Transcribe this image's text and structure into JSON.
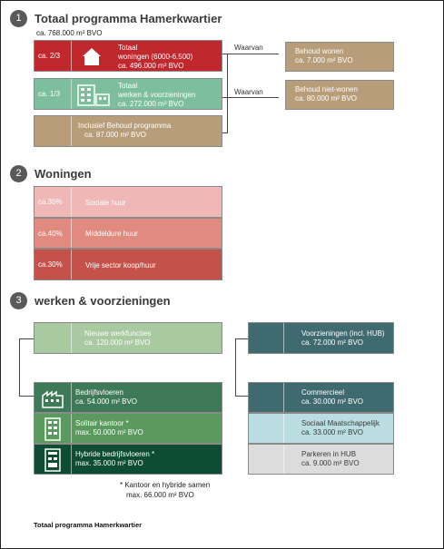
{
  "section1": {
    "number": "1",
    "title": "Totaal programma Hamerkwartier",
    "subtitle": "ca. 768.000 m² BVO",
    "rows": [
      {
        "pct": "ca. 2/3",
        "line1": "Totaal",
        "line2": "woningen (6000-6.500)",
        "line3": "ca. 496.000 m² BVO"
      },
      {
        "pct": "ca. 1/3",
        "line1": "Totaal",
        "line2": "werken & voorzieningen",
        "line3": "ca. 272.000 m² BVO"
      },
      {
        "pct": "",
        "line1": "Inclusief Behoud programma",
        "line2": "ca. 87.000  m² BVO",
        "line3": ""
      }
    ],
    "waarvan1": "Waarvan",
    "waarvan2": "Waarvan",
    "behoud": [
      {
        "line1": "Behoud wonen",
        "line2": "ca. 7.000 m² BVO"
      },
      {
        "line1": "Behoud niet-wonen",
        "line2": "ca. 80.000 m² BVO"
      }
    ]
  },
  "section2": {
    "number": "2",
    "title": "Woningen",
    "rows": [
      {
        "pct": "ca.30%",
        "label": "Sociale huur"
      },
      {
        "pct": "ca.40%",
        "label": "Middeldure huur"
      },
      {
        "pct": "ca.30%",
        "label": "Vrije sector koop/huur"
      }
    ]
  },
  "section3": {
    "number": "3",
    "title": "werken & voorzieningen",
    "left_top": {
      "line1": "Nieuwe werkfuncties",
      "line2": "ca. 120.000 m² BVO"
    },
    "left": [
      {
        "line1": "Bedrijfsvloeren",
        "line2": "ca. 54.000 m² BVO"
      },
      {
        "line1": "Solitair kantoor *",
        "line2": "max. 50.000 m² BVO"
      },
      {
        "line1": "Hybride bedrijfsvloeren *",
        "line2": "max. 35.000  m² BVO"
      }
    ],
    "right_top": {
      "line1": "Voorzieningen (incl. HUB)",
      "line2": "ca. 72.000 m² BVO"
    },
    "right": [
      {
        "line1": "Commercieel",
        "line2": "ca. 30.000 m² BVO"
      },
      {
        "line1": "Sociaal Maatschappelijk",
        "line2": "ca. 33.000 m² BVO"
      },
      {
        "line1": "Parkeren in HUB",
        "line2": "ca. 9.000 m² BVO"
      }
    ],
    "footnote1": "* Kantoor en hybride samen",
    "footnote2": "max. 66.000 m² BVO"
  },
  "caption": "Totaal programma Hamerkwartier",
  "colors": {
    "red": "#c0282e",
    "green": "#7dbf9c",
    "tan": "#b79d79",
    "pink1": "#f0b7b7",
    "pink2": "#e08a80",
    "pink3": "#c5524a",
    "lightgreen": "#a9c9a1",
    "midgreen": "#3f7a58",
    "green2": "#5a9a5e",
    "darkgreen": "#0e4d33",
    "teal": "#3f6a70",
    "lightteal": "#b9dde0",
    "grey": "#dcdcdc"
  },
  "icons": [
    "house-icon",
    "building-icon",
    "factory-icon",
    "office-icon",
    "hybrid-building-icon"
  ]
}
